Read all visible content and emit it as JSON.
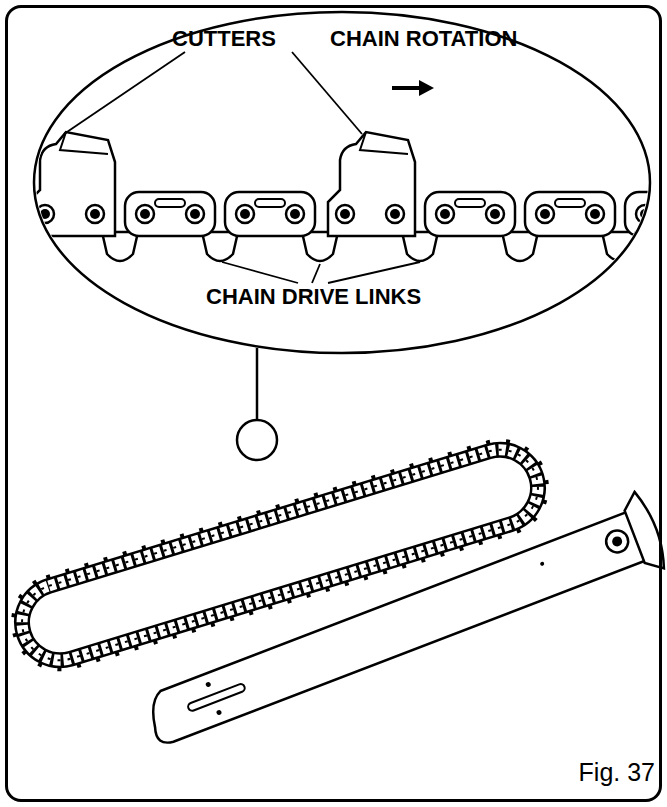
{
  "diagram": {
    "nodes": [
      {
        "text": [
          "Fig. 37"
        ]
      },
      {
        "text": [
          "CUTTERS",
          "CHAIN ROTATION",
          "CHAIN DRIVE LINKS"
        ],
        "in": 0
      }
    ]
  }
}
